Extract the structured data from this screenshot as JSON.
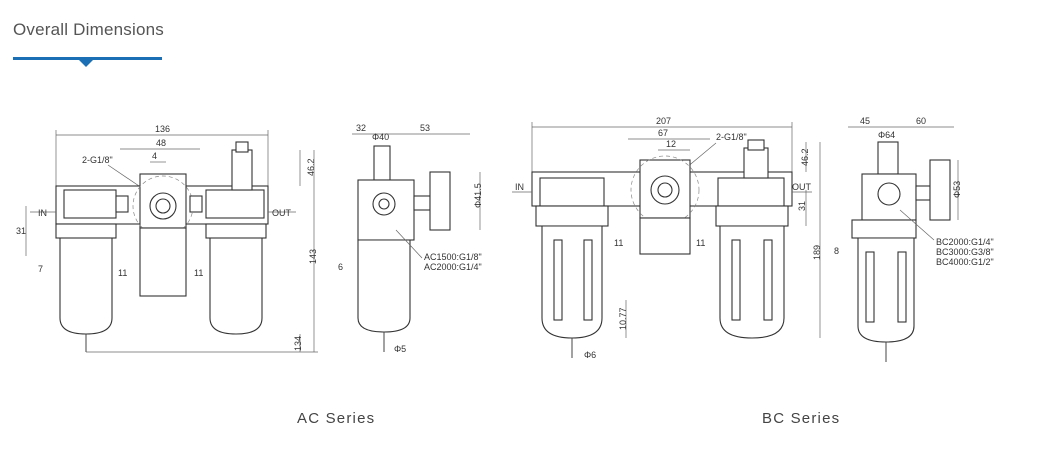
{
  "header": {
    "title": "Overall Dimensions"
  },
  "ac": {
    "caption": "AC Series",
    "width": "136",
    "center": "48",
    "gauge_offset": "4",
    "port": "2-G1/8\"",
    "height_top": "46.2",
    "height_total": "143",
    "drain": "134",
    "left_31": "31",
    "left_7": "7",
    "bracket_11a": "11",
    "bracket_11b": "11",
    "in_label": "IN",
    "out_label": "OUT",
    "side_32": "32",
    "side_53": "53",
    "gauge_dia": "Φ40",
    "gauge_v": "Φ41.5",
    "side_6": "6",
    "thread_1": "AC1500:G1/8\"",
    "thread_2": "AC2000:G1/4\"",
    "drain_dia": "Φ5"
  },
  "bc": {
    "caption": "BC Series",
    "width": "207",
    "center": "67",
    "gauge_offset": "12",
    "port": "2-G1/8\"",
    "height_top": "46.2",
    "height_31": "31",
    "height_total": "189",
    "drain": "10.77",
    "bracket_11a": "11",
    "bracket_11b": "11",
    "in_label": "IN",
    "out_label": "OUT",
    "side_45": "45",
    "side_60": "60",
    "gauge_dia": "Φ64",
    "gauge_v": "Φ53",
    "side_8": "8",
    "drain_dia": "Φ6",
    "thread_1": "BC2000:G1/4\"",
    "thread_2": "BC3000:G3/8\"",
    "thread_3": "BC4000:G1/2\""
  }
}
